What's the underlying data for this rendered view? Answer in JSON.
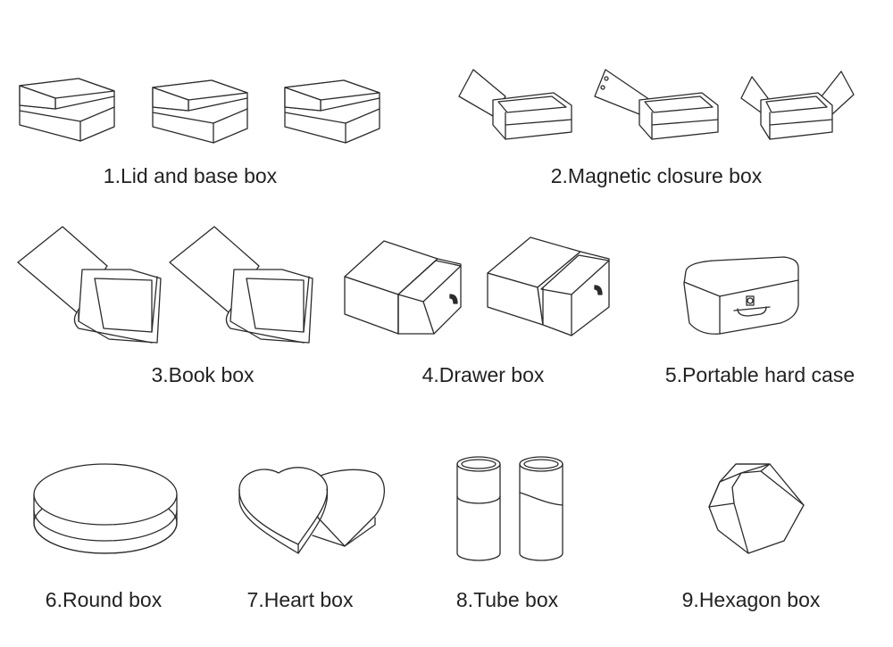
{
  "labels": {
    "lid_base": "1.Lid and base box",
    "magnetic": "2.Magnetic closure box",
    "book": "3.Book box",
    "drawer": "4.Drawer box",
    "portable": "5.Portable hard case",
    "round": "6.Round box",
    "heart": "7.Heart box",
    "tube": "8.Tube box",
    "hexagon": "9.Hexagon box"
  }
}
